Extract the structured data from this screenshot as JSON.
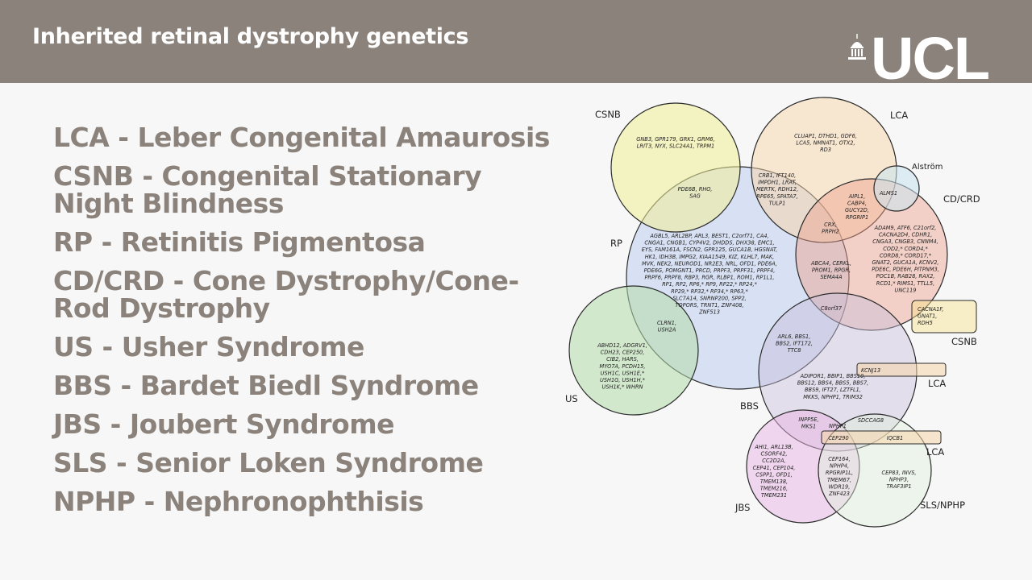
{
  "header": {
    "title": "Inherited retinal dystrophy genetics",
    "logo_text": "UCL",
    "bg_color": "#8b837b"
  },
  "definitions": [
    {
      "text": "LCA - Leber Congenital Amaurosis"
    },
    {
      "text": "CSNB - Congenital Stationary Night Blindness"
    },
    {
      "text": "RP - Retinitis Pigmentosa"
    },
    {
      "text": "CD/CRD - Cone Dystrophy/Cone-Rod Dystrophy"
    },
    {
      "text": "US - Usher Syndrome"
    },
    {
      "text": "BBS - Bardet Biedl Syndrome"
    },
    {
      "text": "JBS - Joubert Syndrome"
    },
    {
      "text": "SLS  - Senior Loken Syndrome"
    },
    {
      "text": "NPHP - Nephronophthisis"
    }
  ],
  "diagram": {
    "labels": {
      "csnb": "CSNB",
      "lca": "LCA",
      "alstrom": "Alström",
      "cdcrd": "CD/CRD",
      "rp": "RP",
      "csnb_box": "CSNB",
      "us": "US",
      "lca_box1": "LCA",
      "bbs": "BBS",
      "lca_box2": "LCA",
      "jbs": "JBS",
      "slsnphp": "SLS/NPHP"
    },
    "gene_groups": {
      "csnb_only": [
        "GNB3, GPR179, GRK1, GRM6,",
        "LRIT3, NYX, SLC24A1, TRPM1"
      ],
      "csnb_rp": [
        "PDE6B, RHO,",
        "SAG"
      ],
      "lca_only": [
        "CLUAP1, DTHD1, GDF6,",
        "LCA5, NMNAT1, OTX2,",
        "RD3"
      ],
      "lca_rp": [
        "CRB1, IFT140,",
        "IMPDH1, LRAT,",
        "MERTK, RDH12,",
        "RPE65, SPATA7,",
        "TULP1"
      ],
      "alstrom_cd": [
        "ALMS1"
      ],
      "lca_cd": [
        "AIPL1,",
        "CABP4,",
        "GUCY2D,",
        "RPGRIP1"
      ],
      "lca_rp_cd": [
        "CRX,",
        "PRPH2"
      ],
      "cd_only": [
        "ADAM9, ATF6, C21orf2,",
        "CACNA2D4, CDHR1,",
        "CNGA3, CNGB3, CNNM4,",
        "COD2,* CORD4,*",
        "CORD8,* CORD17,*",
        "GNAT2, GUCA1A, KCNV2,",
        "PDE6C, PDE6H, PITPNM3,",
        "POC1B, RAB28, RAX2,",
        "RCD1,* RIMS1, TTLL5,",
        "UNC119"
      ],
      "rp_cd": [
        "ABCA4, CERKL,",
        "PROM1, RPGR,",
        "SEMA4A"
      ],
      "rp_only": [
        "AGBL5, ARL2BP, ARL3, BEST1, C2orf71, CA4,",
        "CNGA1, CNGB1, CYP4V2, DHDDS, DHX38, EMC1,",
        "EYS, FAM161A, FSCN2, GPR125, GUCA1B, HGSNAT,",
        "HK1, IDH3B, IMPG2, KIAA1549, KIZ, KLHL7, MAK,",
        "MVK, NEK2, NEUROD1, NR2E3, NRL, OFD1, PDE6A,",
        "PDE6G, POMGNT1, PRCD, PRPF3, PRPF31, PRPF4,",
        "PRPF6, PRPF8, RBP3, RGR, RLBP1, ROM1, RP1L1,",
        "RP1, RP2, RP6,* RP9, RP22,* RP24,*",
        "RP29,* RP32,* RP34,* RP63,*",
        "SLC7A14, SNRNP200, SPP2,",
        "TOPORS, TRNT1, ZNF408,",
        "ZNF513"
      ],
      "csnb_cd": [
        "CACNA1F,",
        "GNAT1,",
        "RDH5"
      ],
      "rp_us": [
        "CLRN1,",
        "USH2A"
      ],
      "us_only": [
        "ABHD12, ADGRV1,",
        "CDH23, CEP250,",
        "CIB2, HARS,",
        "MYO7A, PCDH15,",
        "USH1C, USH1E,*",
        "USH1G, USH1H,*",
        "USH1K,* WHRN"
      ],
      "rp_cd_bbs": [
        "C8orf37"
      ],
      "rp_bbs": [
        "ARL6, BBS1,",
        "BBS2, IFT172,",
        "TTC8"
      ],
      "lca_bbs": [
        "KCNJ13"
      ],
      "bbs_only": [
        "ADIPOR1, BBIP1, BBS10,",
        "BBS12, BBS4, BBS5, BBS7,",
        "BBS9, IFT27, LZTFL1,",
        "MKKS, NPHP1, TRIM32"
      ],
      "bbs_jbs": [
        "INPP5E,",
        "MKS1"
      ],
      "bbs_jbs_sls": [
        "NPHP1"
      ],
      "bbs_sls": [
        "SDCCAG8"
      ],
      "lca_jbs_sls": [
        "CEP290"
      ],
      "lca_sls": [
        "IQCB1"
      ],
      "jbs_only": [
        "AHI1, ARL13B,",
        "CSORF42,",
        "CC2D2A,",
        "CEP41, CEP104,",
        "CSPP1, OFD1,",
        "TMEM138,",
        "TMEM216,",
        "TMEM231"
      ],
      "jbs_sls": [
        "CEP164,",
        "NPHP4,",
        "RPGRIP1L,",
        "TMEM67,",
        "WDR19,",
        "ZNF423"
      ],
      "sls_only": [
        "CEP83, INVS,",
        "NPHP3,",
        "TRAF3IP1"
      ]
    }
  }
}
